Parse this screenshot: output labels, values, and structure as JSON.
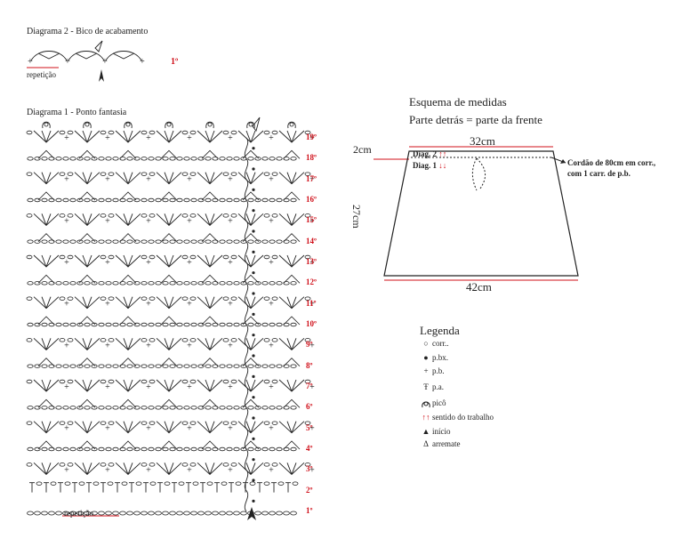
{
  "diagram2": {
    "title": "Diagrama 2 - Bico de acabamento",
    "row_label": "1º",
    "repeat_label": "repetição"
  },
  "diagram1": {
    "title": "Diagrama 1 - Ponto fantasia",
    "repeat_label": "repetição",
    "row_labels": [
      "19º",
      "18º",
      "17º",
      "16º",
      "15º",
      "14º",
      "13º",
      "12º",
      "11º",
      "10º",
      "9º",
      "8º",
      "7º",
      "6º",
      "5º",
      "4º",
      "3º",
      "2º",
      "1º"
    ]
  },
  "schema": {
    "title": "Esquema de medidas",
    "subtitle": "Parte detrás = parte da frente",
    "top_width": "32cm",
    "bottom_width": "42cm",
    "height": "27cm",
    "band": "2cm",
    "diag2": "Diag. 2",
    "diag1": "Diag. 1",
    "cord_note_1": "Cordão de 80cm em corr.,",
    "cord_note_2": "com 1 carr. de p.b."
  },
  "legend": {
    "title": "Legenda",
    "items": [
      {
        "symbol": "○",
        "label": "corr.."
      },
      {
        "symbol": "●",
        "label": "p.bx."
      },
      {
        "symbol": "+",
        "label": "p.b."
      },
      {
        "symbol": "Ŧ",
        "label": "p.a."
      },
      {
        "symbol": "picot-icon",
        "label": "picô"
      },
      {
        "symbol": "↑↑",
        "label": "sentido do trabalho"
      },
      {
        "symbol": "▲",
        "label": "início"
      },
      {
        "symbol": "Δ",
        "label": "arremate"
      }
    ]
  },
  "colors": {
    "red": "#d0101a",
    "ink": "#222222"
  }
}
